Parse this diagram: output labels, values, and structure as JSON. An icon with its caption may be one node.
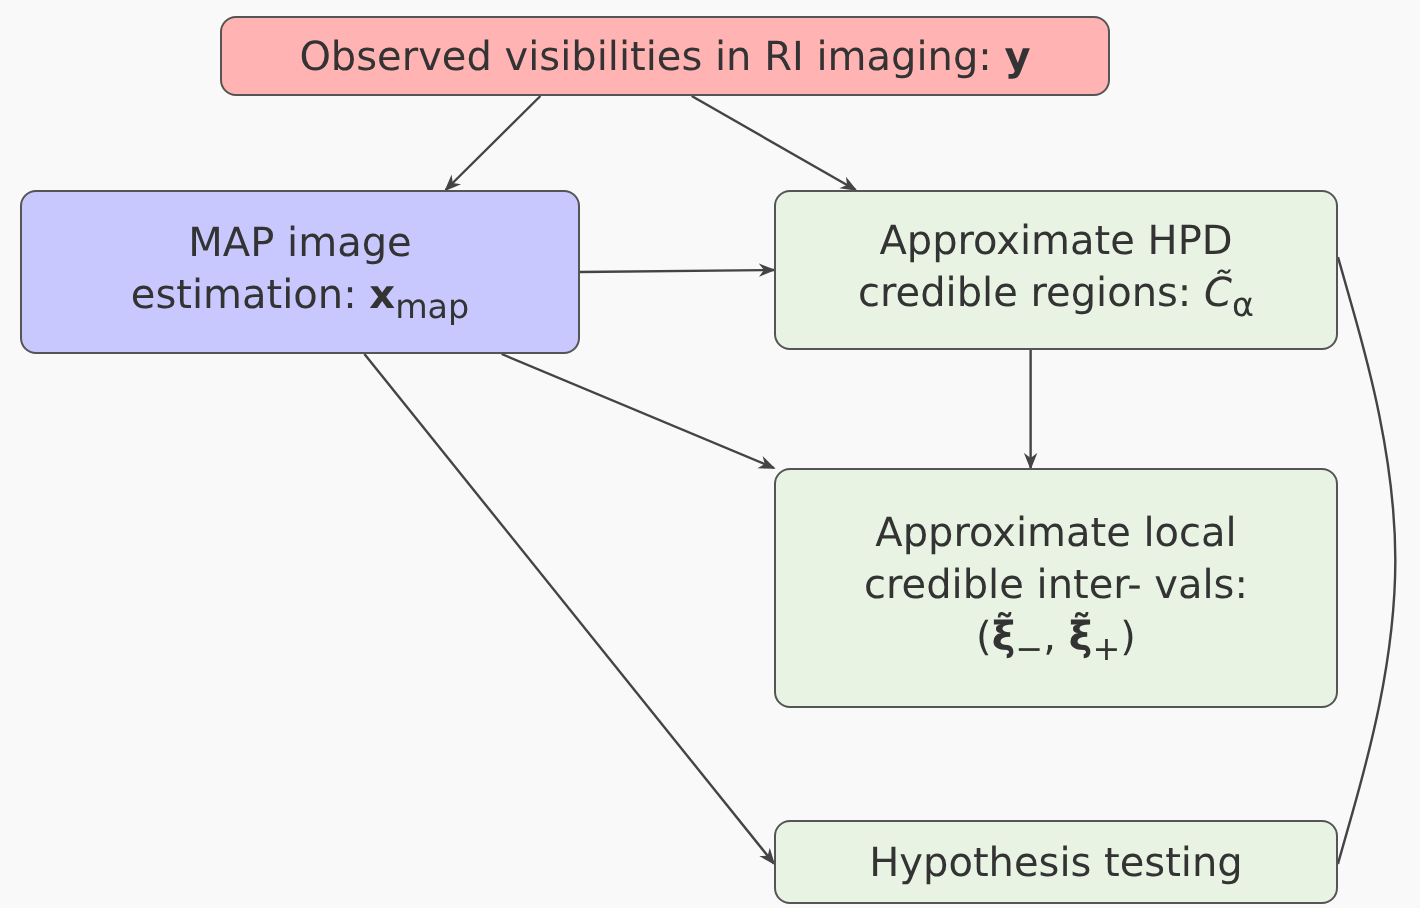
{
  "diagram": {
    "nodes": [
      {
        "text": [
          "Observed visibilities in RI imaging: **y**"
        ]
      },
      {
        "text": [
          "MAP image estimation: **x**$_{map}$"
        ]
      },
      {
        "text": [
          "Approximate HPD credible regions: *C̃*$_{α}$"
        ]
      },
      {
        "text": [
          "Approximate local credible inter- vals: (**ξ̃**$_{−}$, **ξ̃**$_{+}$)"
        ]
      },
      {
        "text": [
          "Hypothesis testing"
        ]
      }
    ],
    "edges": [
      {
        "from": 0,
        "to": 1,
        "arrow": "to"
      },
      {
        "from": 0,
        "to": 2,
        "arrow": "to"
      },
      {
        "from": 1,
        "to": 2,
        "arrow": "to"
      },
      {
        "from": 1,
        "to": 3,
        "arrow": "to"
      },
      {
        "from": 2,
        "to": 3,
        "arrow": "to"
      },
      {
        "from": 1,
        "to": 4,
        "arrow": "to"
      },
      {
        "from": 2,
        "to": 4,
        "arrow": "to"
      }
    ]
  }
}
